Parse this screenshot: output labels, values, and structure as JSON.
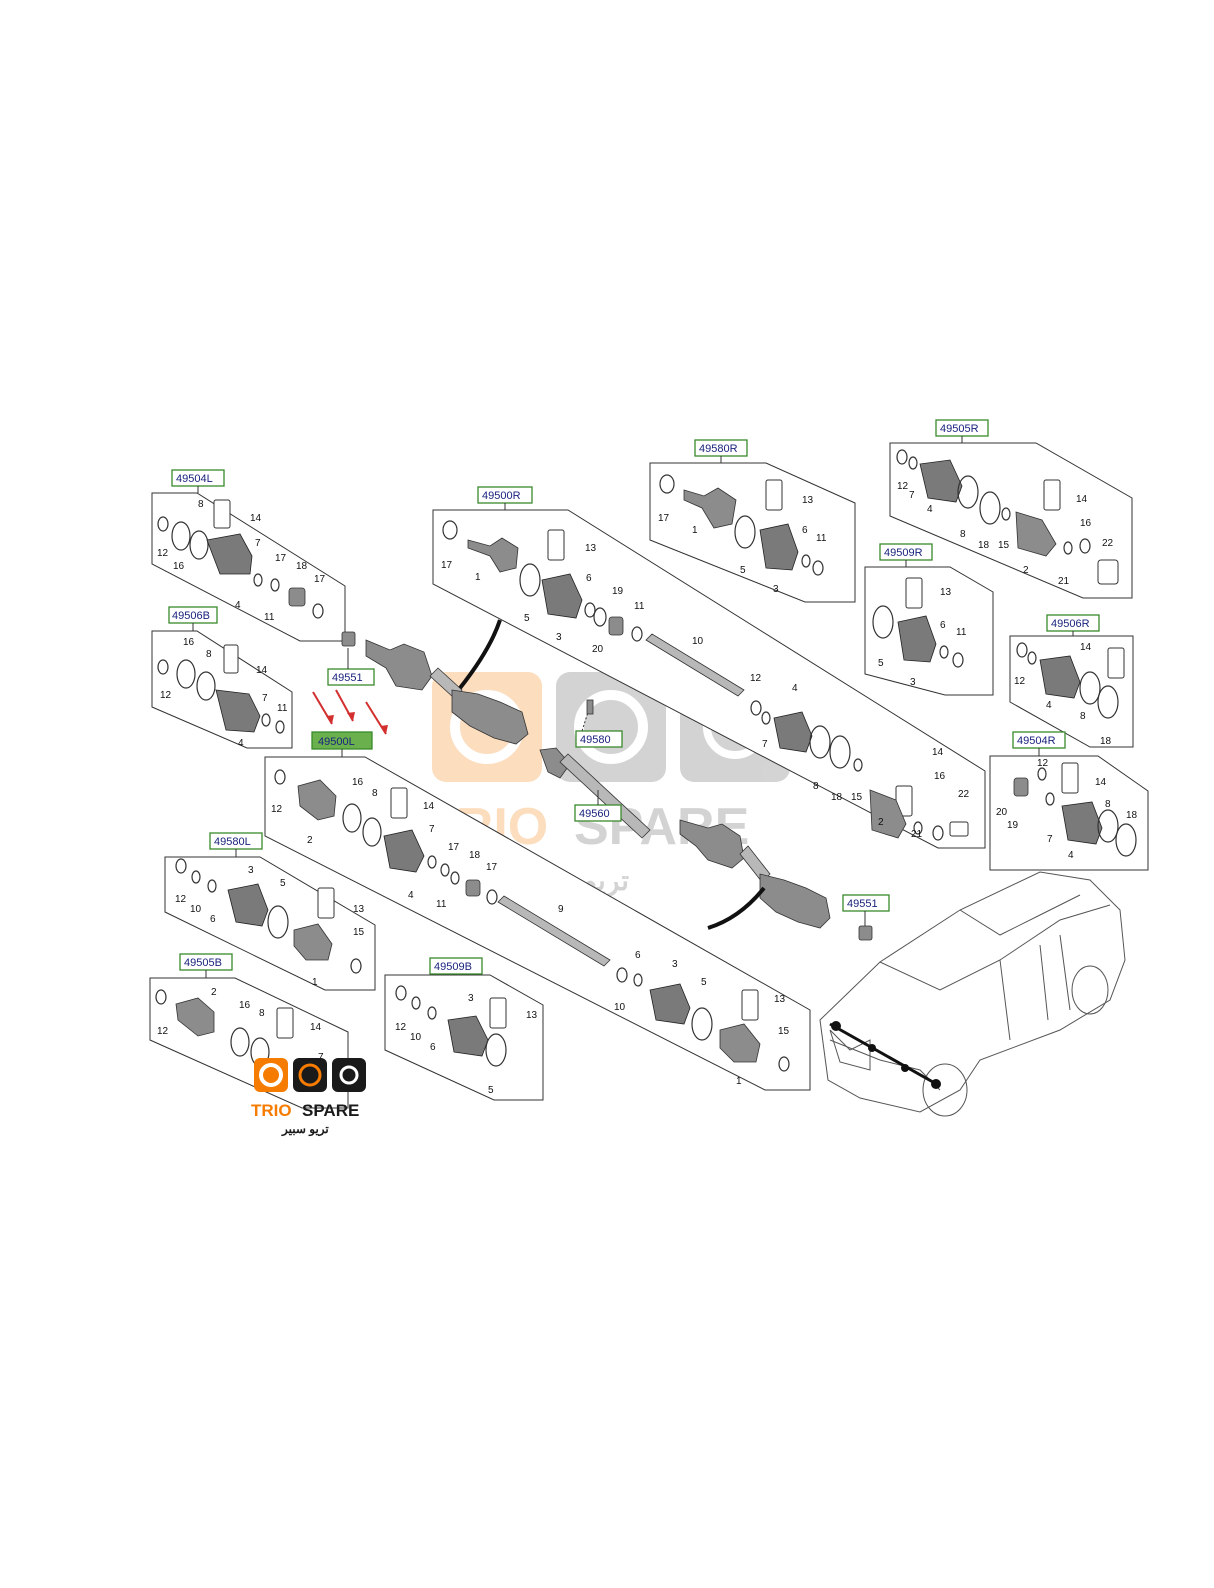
{
  "labels": {
    "k49504L": "49504L",
    "k49506B": "49506B",
    "k49551a": "49551",
    "k49500R": "49500R",
    "k49580R": "49580R",
    "k49505R": "49505R",
    "k49509R": "49509R",
    "k49506R": "49506R",
    "k49504R": "49504R",
    "k49500L": "49500L",
    "k49580": "49580",
    "k49560": "49560",
    "k49580L": "49580L",
    "k49505B": "49505B",
    "k49509B": "49509B",
    "k49551b": "49551"
  },
  "watermark": {
    "brand_trio": "TRIO",
    "brand_spare": "SPARE",
    "arabic": "تريو سبير"
  },
  "colors": {
    "label_border": "#3a8a2c",
    "label_highlight": "#6ab04c",
    "arrow": "#d32f2f",
    "watermark_orange": "#f57c00",
    "watermark_dark": "#1a1a1a"
  },
  "numbers": {
    "s1": [
      "12",
      "16",
      "8",
      "14",
      "7",
      "17",
      "18",
      "17",
      "4",
      "11"
    ],
    "s2": [
      "16",
      "8",
      "14",
      "12",
      "7",
      "11",
      "4"
    ],
    "s3": [
      "17",
      "1",
      "13",
      "5",
      "6",
      "19",
      "3",
      "20",
      "11",
      "10",
      "12",
      "4",
      "7",
      "8",
      "18",
      "15",
      "14",
      "16",
      "2",
      "21",
      "22"
    ],
    "s4": [
      "17",
      "1",
      "13",
      "5",
      "6",
      "11",
      "3"
    ],
    "s5": [
      "12",
      "7",
      "4",
      "8",
      "18",
      "15",
      "14",
      "16",
      "2",
      "21",
      "22"
    ],
    "s6": [
      "13",
      "5",
      "6",
      "11",
      "3"
    ],
    "s7": [
      "12",
      "14",
      "4",
      "8",
      "18"
    ],
    "s8": [
      "12",
      "14",
      "20",
      "19",
      "7",
      "4",
      "8",
      "18"
    ],
    "s9": [
      "12",
      "2",
      "16",
      "8",
      "14",
      "4",
      "7",
      "17",
      "18",
      "11",
      "17",
      "9",
      "6",
      "3",
      "10",
      "5",
      "13",
      "15",
      "1"
    ],
    "s10": [
      "3",
      "12",
      "10",
      "6",
      "5",
      "13",
      "15",
      "1"
    ],
    "s11": [
      "12",
      "2",
      "16",
      "8",
      "14",
      "7"
    ],
    "s12": [
      "12",
      "10",
      "6",
      "3",
      "13",
      "5"
    ]
  }
}
